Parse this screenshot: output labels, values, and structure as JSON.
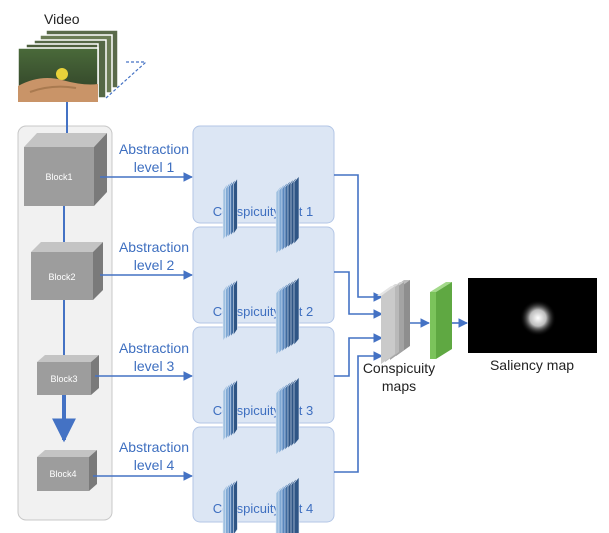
{
  "video_label": "Video",
  "blocks": [
    "Block1",
    "Block2",
    "Block3",
    "Block4"
  ],
  "abstraction": [
    {
      "line1": "Abstraction",
      "line2": "level 1"
    },
    {
      "line1": "Abstraction",
      "line2": "level 2"
    },
    {
      "line1": "Abstraction",
      "line2": "level 3"
    },
    {
      "line1": "Abstraction",
      "line2": "level 4"
    }
  ],
  "nets": [
    "Conspicuity-net 1",
    "Conspicuity-net 2",
    "Conspicuity-net 3",
    "Conspicuity-net 4"
  ],
  "conspicuity_maps": {
    "line1": "Conspicuity",
    "line2": "maps"
  },
  "saliency_label": "Saliency map",
  "colors": {
    "arrow": "#4472c4",
    "net_panel": "#dce6f4",
    "text_blue": "#3e6fc0",
    "block_gray": "#9b9b9b",
    "green_layer": "#7bc35b"
  }
}
